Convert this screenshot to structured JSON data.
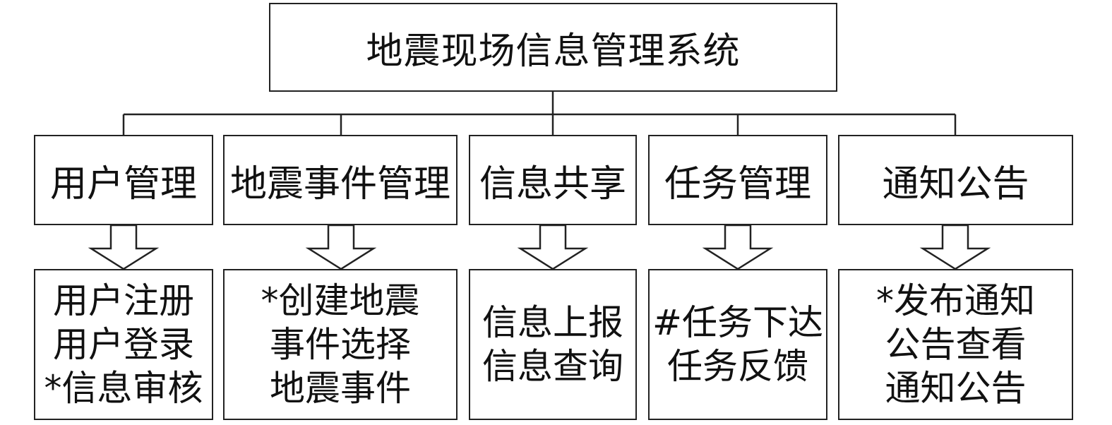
{
  "root": {
    "label": "地震现场信息管理系统"
  },
  "modules": [
    {
      "label": "用户管理",
      "functions": [
        "用户注册",
        "用户登录",
        "*信息审核"
      ]
    },
    {
      "label": "地震事件管理",
      "functions": [
        "*创建地震",
        "事件选择",
        "地震事件"
      ]
    },
    {
      "label": "信息共享",
      "functions": [
        "信息上报",
        "信息查询"
      ]
    },
    {
      "label": "任务管理",
      "functions": [
        "#任务下达",
        "任务反馈"
      ]
    },
    {
      "label": "通知公告",
      "functions": [
        "*发布通知",
        "公告查看",
        "通知公告"
      ]
    }
  ]
}
